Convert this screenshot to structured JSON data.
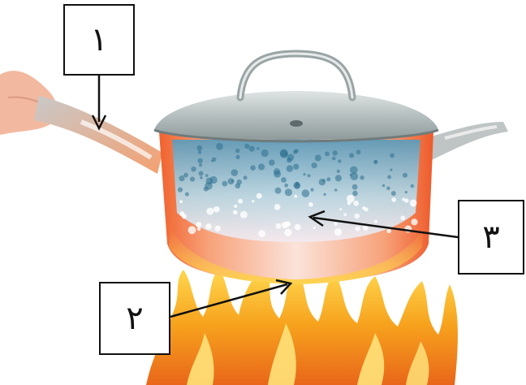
{
  "labels": {
    "one": "١",
    "two": "٢",
    "three": "٣"
  },
  "parts": {
    "handle": "handle-icon",
    "boiling_water": "boiling-water-icon",
    "flame": "flame-icon",
    "pot": "pot-icon",
    "lid": "lid-icon",
    "hand": "hand-icon"
  },
  "colors": {
    "flame_outer": "#f39a1e",
    "flame_inner": "#ffd84a",
    "pot_body": "#ef7440",
    "water": "#7fb0c8",
    "lid": "#b8c2c4",
    "arrow": "#111111"
  }
}
